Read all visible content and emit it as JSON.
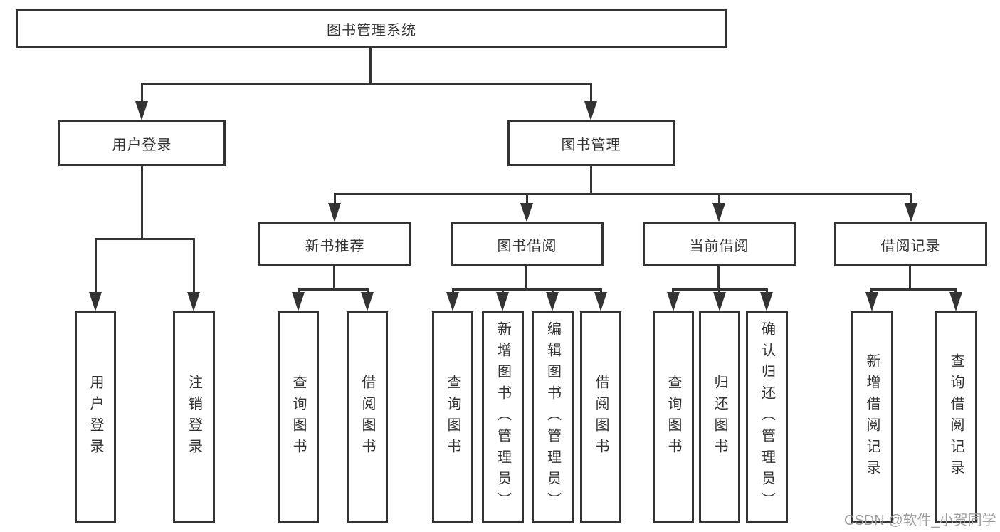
{
  "tree": {
    "label": "图书管理系统",
    "children": [
      {
        "label": "用户登录",
        "children": [
          {
            "label": "用户登录"
          },
          {
            "label": "注销登录"
          }
        ]
      },
      {
        "label": "图书管理",
        "children": [
          {
            "label": "新书推荐",
            "children": [
              {
                "label": "查询图书"
              },
              {
                "label": "借阅图书"
              }
            ]
          },
          {
            "label": "图书借阅",
            "children": [
              {
                "label": "查询图书"
              },
              {
                "label": "新增图书（管理员）"
              },
              {
                "label": "编辑图书（管理员）"
              },
              {
                "label": "借阅图书"
              }
            ]
          },
          {
            "label": "当前借阅",
            "children": [
              {
                "label": "查询图书"
              },
              {
                "label": "归还图书"
              },
              {
                "label": "确认归还（管理员）"
              }
            ]
          },
          {
            "label": "借阅记录",
            "children": [
              {
                "label": "新增借阅记录"
              },
              {
                "label": "查询借阅记录"
              }
            ]
          }
        ]
      }
    ]
  },
  "watermark": "CSDN @软件_小贺同学",
  "colors": {
    "line": "#333333",
    "box_fill": "#ffffff",
    "text": "#333333",
    "background": "#ffffff",
    "watermark": "#9e9e9e"
  }
}
